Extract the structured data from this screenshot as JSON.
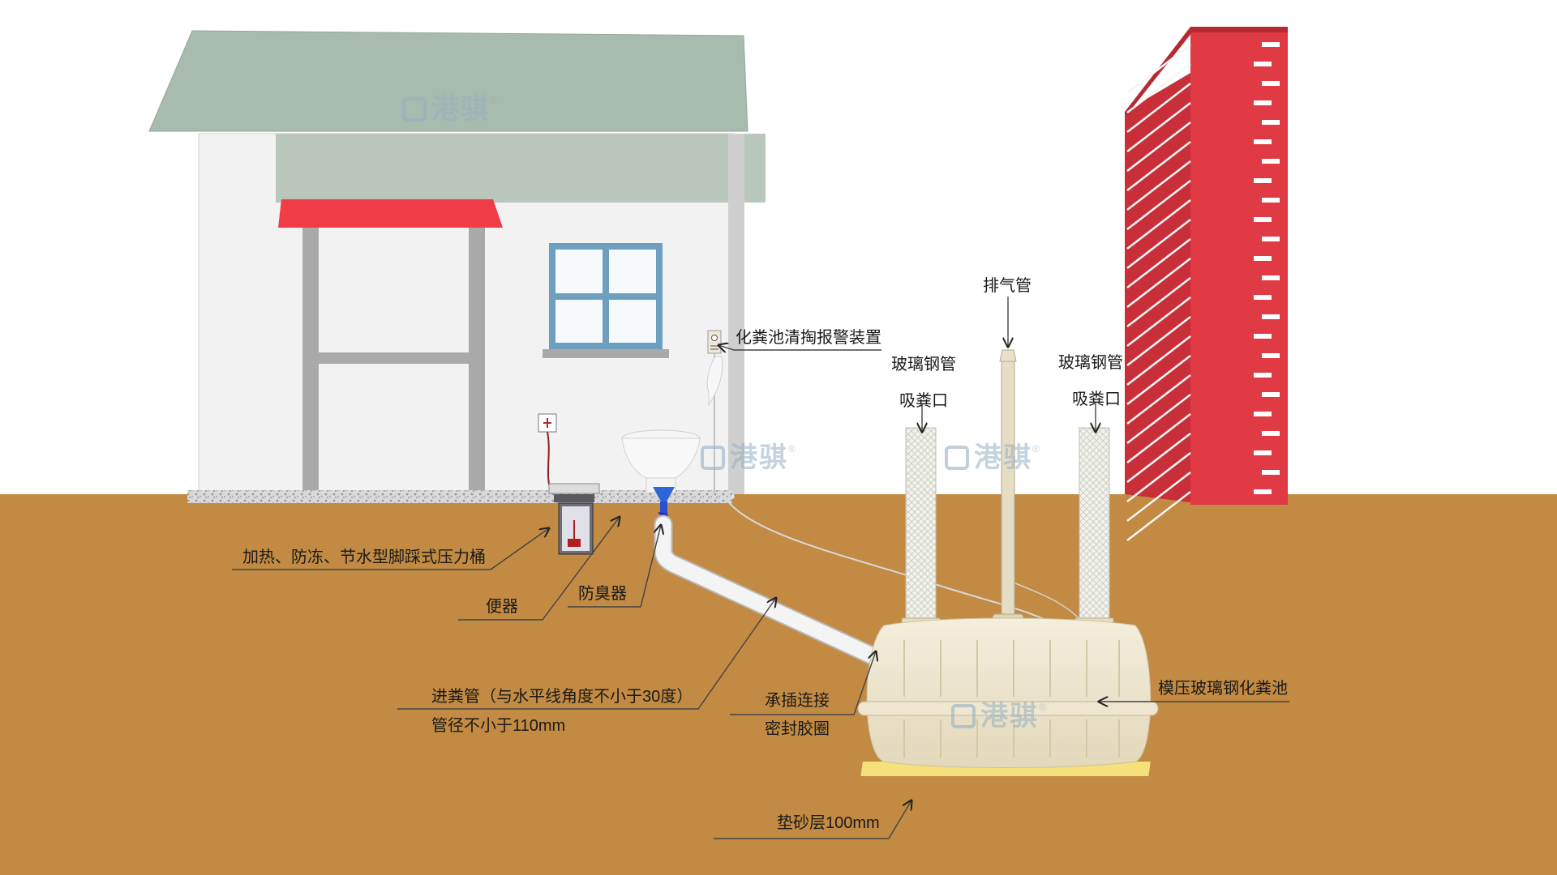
{
  "watermark": {
    "brand": "港骐",
    "mark": "®"
  },
  "labels": {
    "alarm": "化粪池清掏报警装置",
    "vent_pipe": "排气管",
    "frp_pipe_left": "玻璃钢管",
    "suction_left": "吸粪口",
    "frp_pipe_right": "玻璃钢管",
    "suction_right": "吸粪口",
    "pressure_bucket": "加热、防冻、节水型脚踩式压力桶",
    "toilet": "便器",
    "deodorizer": "防臭器",
    "inlet_pipe": "进粪管（与水平线角度不小于30度）",
    "pipe_diameter": "管径不小于110mm",
    "socket_joint": "承插连接",
    "seal_ring": "密封胶圈",
    "tank": "模压玻璃钢化粪池",
    "sand_layer": "垫砂层100mm"
  },
  "colors": {
    "soil": "#C28A42",
    "roof": "#A7BBAF",
    "wall": "#F2F2F2",
    "brick": "#E03A44",
    "tank": "#EEE6CE",
    "sand": "#F5E07A",
    "awning": "#F03C46",
    "window": "#6E9FBF",
    "pipe": "#EFEFEF"
  }
}
